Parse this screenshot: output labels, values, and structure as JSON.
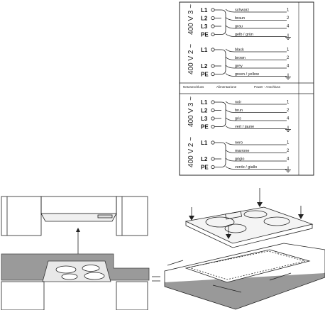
{
  "panels": [
    {
      "voltage": "400 V 3 ~",
      "terminals": [
        "L1",
        "L2",
        "L3",
        "PE"
      ],
      "wires": [
        "schwarz",
        "braun",
        "grau",
        "gelb / grün"
      ],
      "numbers": [
        "1",
        "2",
        "4",
        ""
      ]
    },
    {
      "voltage": "400 V 2 ~",
      "terminals": [
        "L1",
        "L2",
        "PE"
      ],
      "wires": [
        "black",
        "brown",
        "grey",
        "green / yellow"
      ],
      "numbers": [
        "1",
        "2",
        "4",
        ""
      ]
    },
    {
      "voltage": "400 V 3 ~",
      "terminals": [
        "L1",
        "L2",
        "L3",
        "PE"
      ],
      "wires": [
        "noir",
        "brun",
        "gris",
        "vert / jaune"
      ],
      "numbers": [
        "1",
        "2",
        "4",
        ""
      ]
    },
    {
      "voltage": "400 V 2 ~",
      "terminals": [
        "L1",
        "L2",
        "PE"
      ],
      "wires": [
        "nero",
        "marrone",
        "grigio",
        "verde / giallo"
      ],
      "numbers": [
        "1",
        "2",
        "4",
        ""
      ]
    }
  ],
  "headers": [
    "Netzanschluss",
    "Alimentazione",
    "Power - Anschluss"
  ]
}
